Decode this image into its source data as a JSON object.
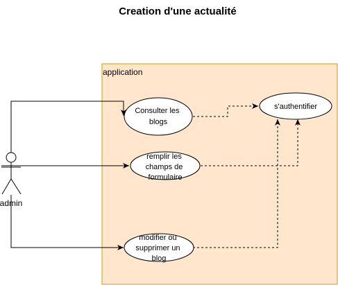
{
  "title": "Creation d'une actualité",
  "boundary": {
    "label": "application"
  },
  "actor": {
    "label": "admin"
  },
  "use_cases": [
    {
      "id": "consulter",
      "lines": [
        "Consulter les",
        "blogs"
      ]
    },
    {
      "id": "remplir",
      "lines": [
        "remplir les",
        "champs de",
        "formulaire"
      ]
    },
    {
      "id": "modifier",
      "lines": [
        "modifier ou",
        "supprimer un",
        "blog"
      ]
    },
    {
      "id": "auth",
      "lines": [
        "s'authentifier"
      ]
    }
  ],
  "colors": {
    "boundary_fill": "#ffe6cc",
    "boundary_stroke": "#d79b00",
    "line": "#000000",
    "ellipse_fill": "#ffffff"
  }
}
